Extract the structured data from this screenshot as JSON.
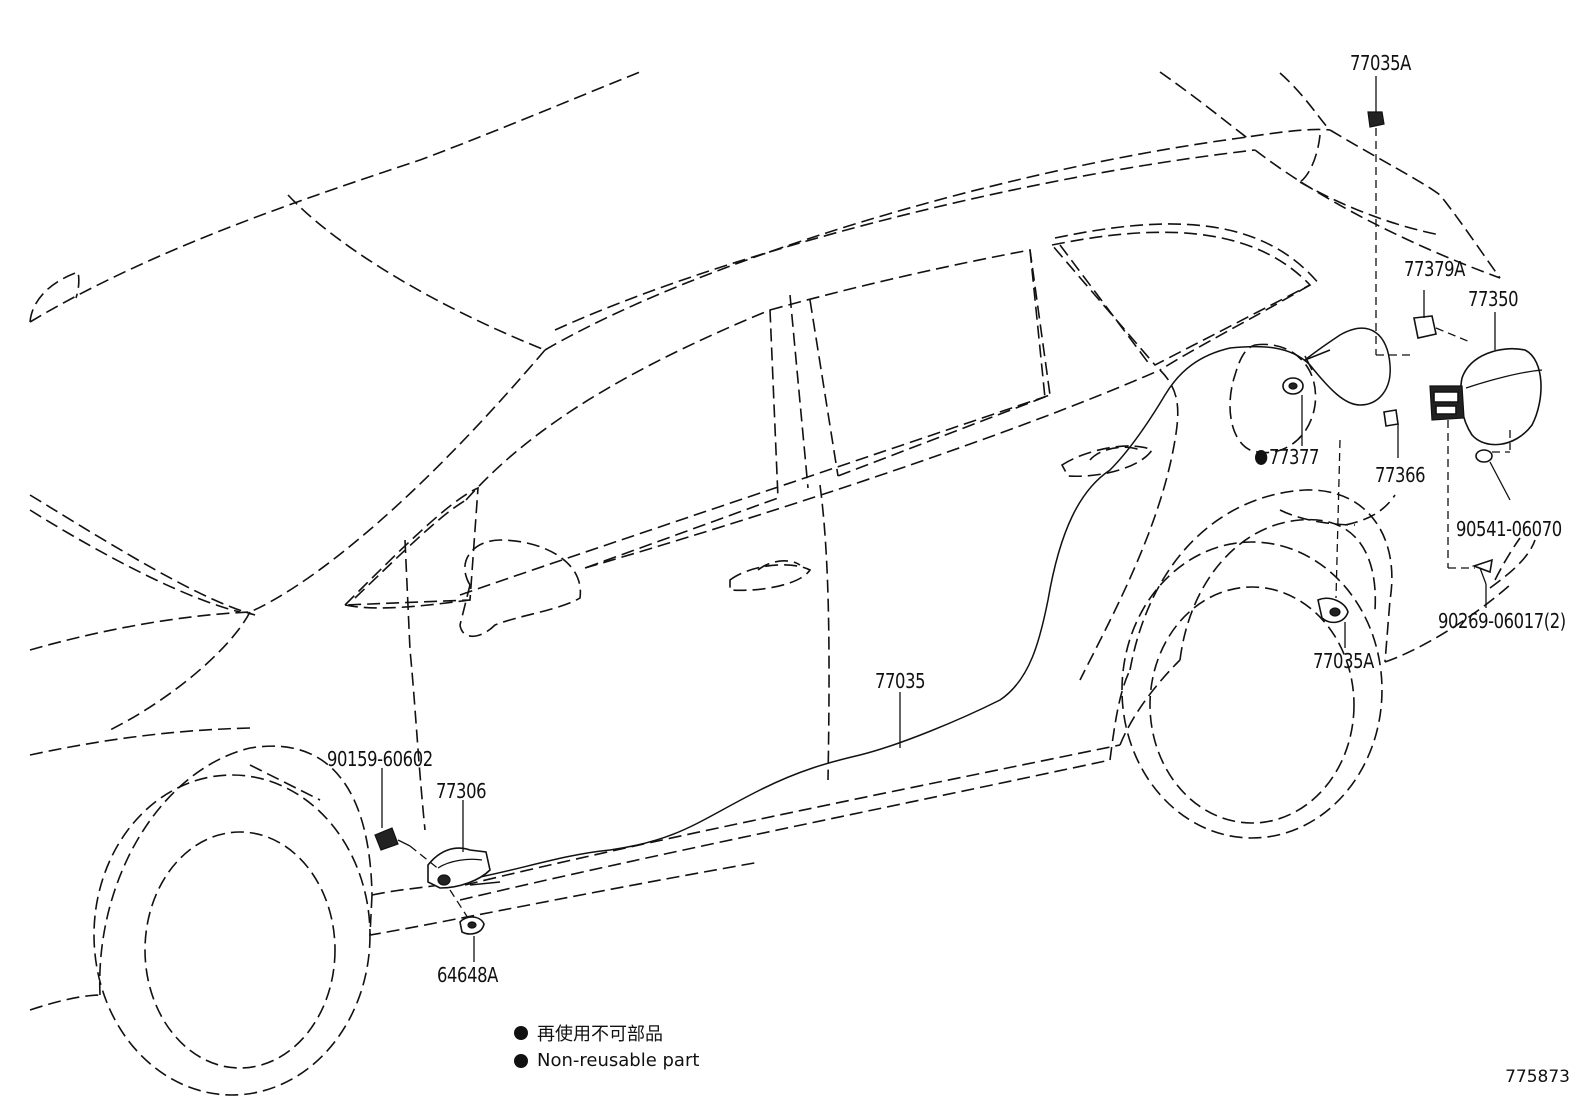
{
  "parts": [
    {
      "id": "p-77035a-top",
      "label": "77035A"
    },
    {
      "id": "p-77379a",
      "label": "77379A"
    },
    {
      "id": "p-77350",
      "label": "77350"
    },
    {
      "id": "p-77377",
      "label": "77377",
      "non_reusable": true
    },
    {
      "id": "p-77366",
      "label": "77366"
    },
    {
      "id": "p-90541",
      "label": "90541-06070"
    },
    {
      "id": "p-90269",
      "label": "90269-06017(2)"
    },
    {
      "id": "p-77035a-bottom",
      "label": "77035A"
    },
    {
      "id": "p-77035",
      "label": "77035"
    },
    {
      "id": "p-90159",
      "label": "90159-60602"
    },
    {
      "id": "p-77306",
      "label": "77306"
    },
    {
      "id": "p-64648a",
      "label": "64648A"
    }
  ],
  "legend": {
    "line_jp": "再使用不可部品",
    "line_en": "Non-reusable part"
  },
  "diagram_id": "775873"
}
